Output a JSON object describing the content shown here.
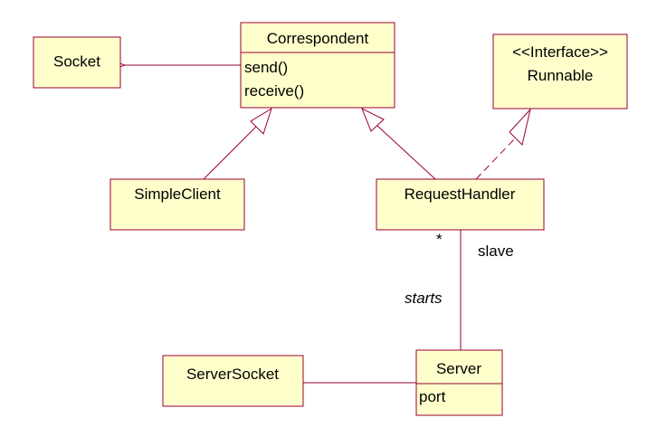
{
  "classes": {
    "socket": {
      "name": "Socket"
    },
    "correspondent": {
      "name": "Correspondent",
      "ops": [
        "send()",
        "receive()"
      ]
    },
    "runnable": {
      "stereotype": "<<Interface>>",
      "name": "Runnable"
    },
    "simple_client": {
      "name": "SimpleClient"
    },
    "request_handler": {
      "name": "RequestHandler"
    },
    "server_socket": {
      "name": "ServerSocket"
    },
    "server": {
      "name": "Server",
      "attrs": [
        "port"
      ]
    }
  },
  "association": {
    "role": "slave",
    "multiplicity": "*",
    "label": "starts"
  },
  "colors": {
    "box_fill": "#ffffcc",
    "line": "#990033"
  }
}
